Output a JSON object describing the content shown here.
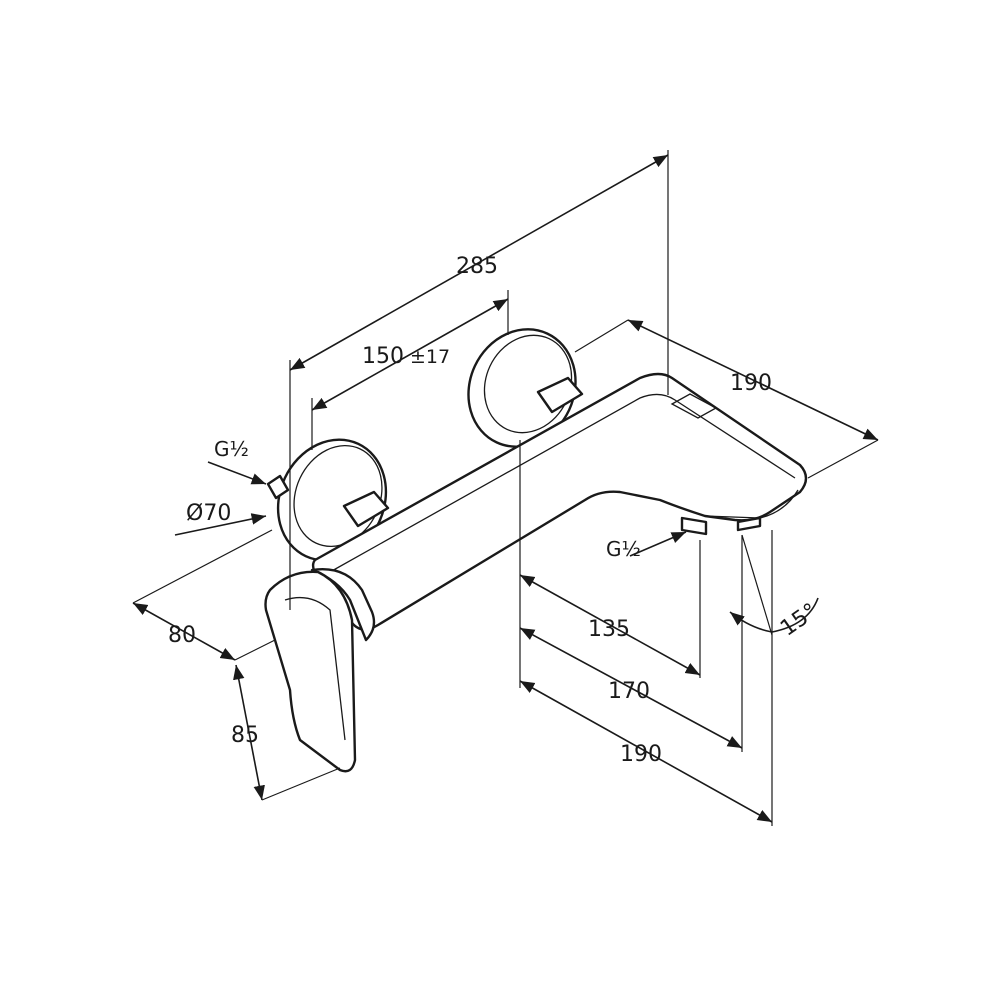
{
  "drawing": {
    "title": "Wall-mounted bath mixer dimension drawing",
    "dimensions": {
      "overall_width": "285",
      "center_distance": "150",
      "center_tolerance": "±17",
      "spout_projection_top": "190",
      "inlet_thread_left": "G½",
      "rosette_diameter": "Ø70",
      "handle_depth": "80",
      "handle_height": "85",
      "outlet_thread": "G½",
      "dist_135": "135",
      "dist_170": "170",
      "dist_190": "190",
      "spout_angle": "15°"
    }
  }
}
